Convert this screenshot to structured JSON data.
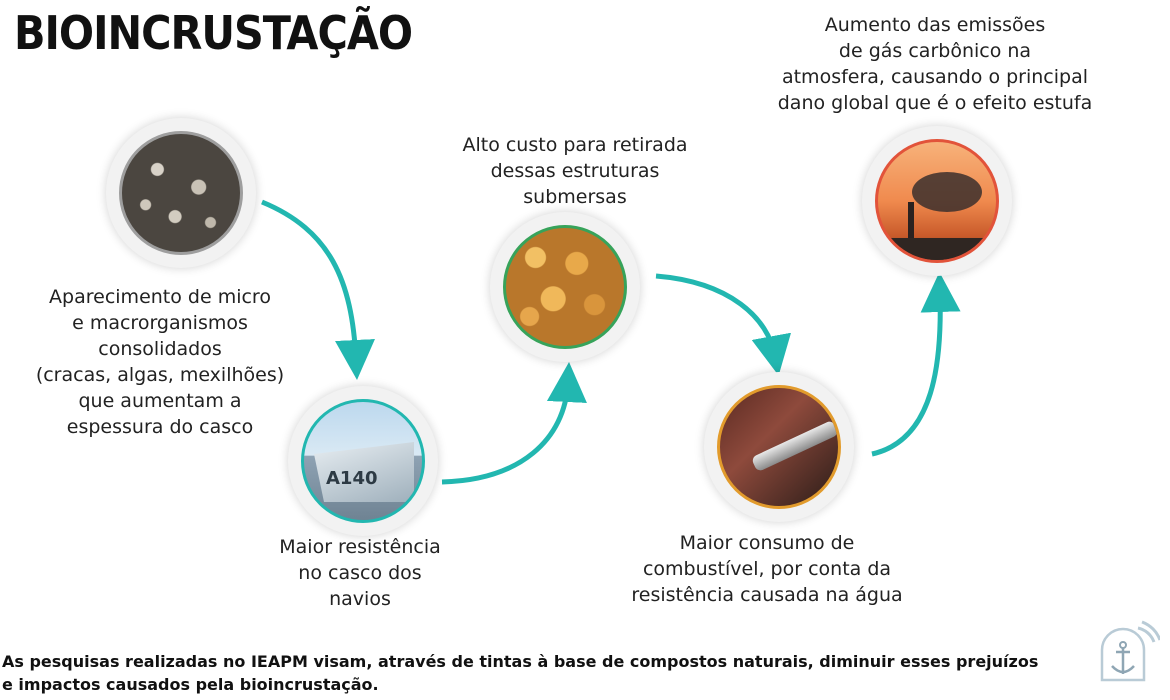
{
  "title": "BIOINCRUSTAÇÃO",
  "colors": {
    "arrow": "#22b7b0",
    "ring_gray": "#9e9e9e",
    "ring_teal": "#22b7b0",
    "ring_green": "#37a35a",
    "ring_orange": "#e29b2c",
    "ring_red": "#e2533a"
  },
  "steps": [
    {
      "image": "barnacles-photo",
      "caption": [
        "Aparecimento de micro",
        "e macrorganismos",
        "consolidados",
        "(cracas, algas, mexilhões)",
        "que aumentam a",
        "espessura do casco"
      ]
    },
    {
      "image": "ship-hull-photo",
      "caption": [
        "Maior resistência",
        "no casco dos",
        "navios"
      ]
    },
    {
      "image": "coins-photo",
      "caption": [
        "Alto custo para retirada",
        "dessas estruturas",
        "submersas"
      ]
    },
    {
      "image": "fuel-nozzle-photo",
      "caption": [
        "Maior consumo de",
        "combustível, por conta da",
        "resistência causada na água"
      ]
    },
    {
      "image": "smokestack-photo",
      "caption": [
        "Aumento das emissões",
        "de gás carbônico na",
        "atmosfera, causando o principal",
        "dano global que é o efeito estufa"
      ]
    }
  ],
  "footer": {
    "line1": "As pesquisas realizadas no IEAPM visam, através de tintas à base de compostos naturais, diminuir esses prejuízos",
    "line2": " e impactos causados pela bioincrustação."
  }
}
